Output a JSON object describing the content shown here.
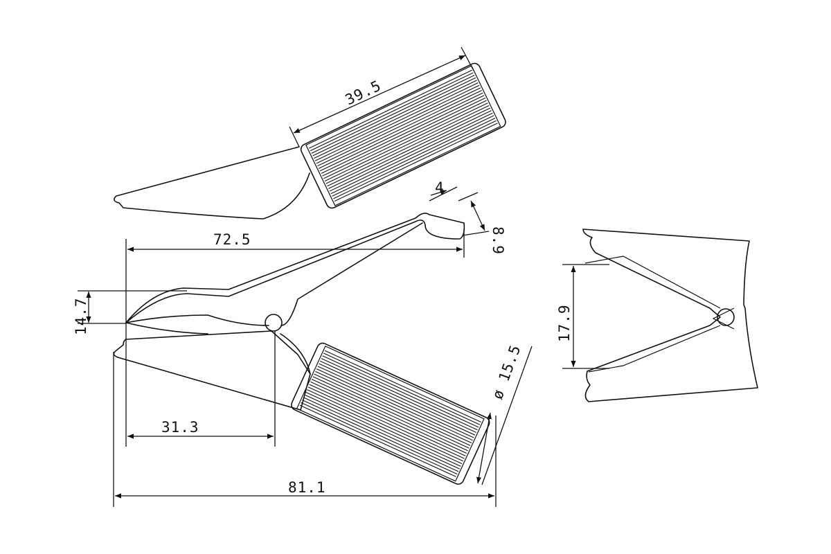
{
  "diagram": {
    "type": "technical-drawing",
    "subject": "alligator-clip",
    "dimensions": {
      "grip_length": "39.5",
      "overall_closed_length": "72.5",
      "tip_width": "4",
      "tip_height": "8.9",
      "jaw_height": "14.7",
      "pivot_distance": "31.3",
      "overall_length": "81.1",
      "grip_diameter": "ø 15.5",
      "jaw_opening": "17.9"
    },
    "line_color": "#111111",
    "background_color": "#ffffff"
  }
}
